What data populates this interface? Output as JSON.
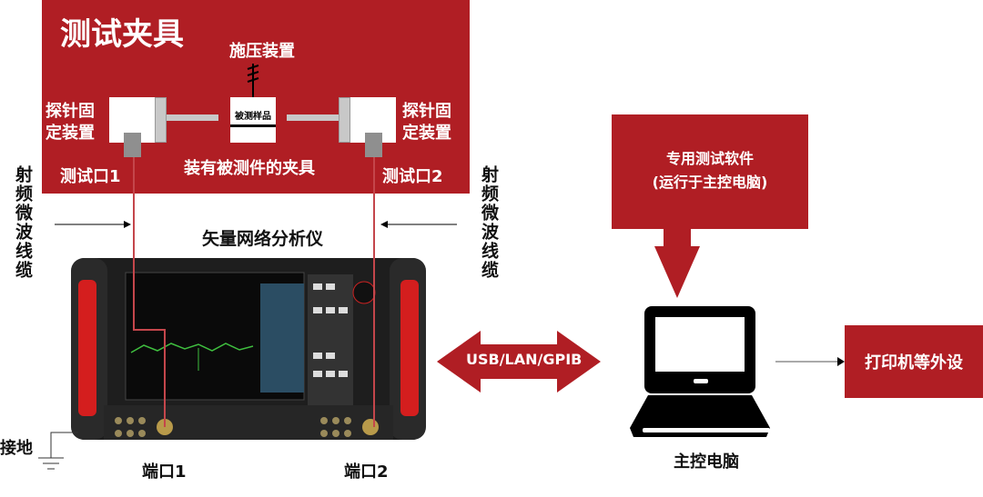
{
  "fixture": {
    "title": "测试夹具",
    "pressure_device": "施压装置",
    "probe_holder_left": "探针固定装置",
    "probe_holder_right": "探针固定装置",
    "dut": "被测样品",
    "fixture_caption": "装有被测件的夹具",
    "test_port_1": "测试口1",
    "test_port_2": "测试口2"
  },
  "cables": {
    "left_label": "射频微波线缆",
    "right_label": "射频微波线缆"
  },
  "vna": {
    "label": "矢量网络分析仪",
    "port1": "端口1",
    "port2": "端口2",
    "ground": "接地"
  },
  "software": {
    "line1": "专用测试软件",
    "line2": "(运行于主控电脑)"
  },
  "interface": {
    "label": "USB/LAN/GPIB"
  },
  "computer": {
    "label": "主控电脑"
  },
  "peripheral": {
    "label": "打印机等外设"
  },
  "colors": {
    "brand_red": "#b01e24"
  }
}
